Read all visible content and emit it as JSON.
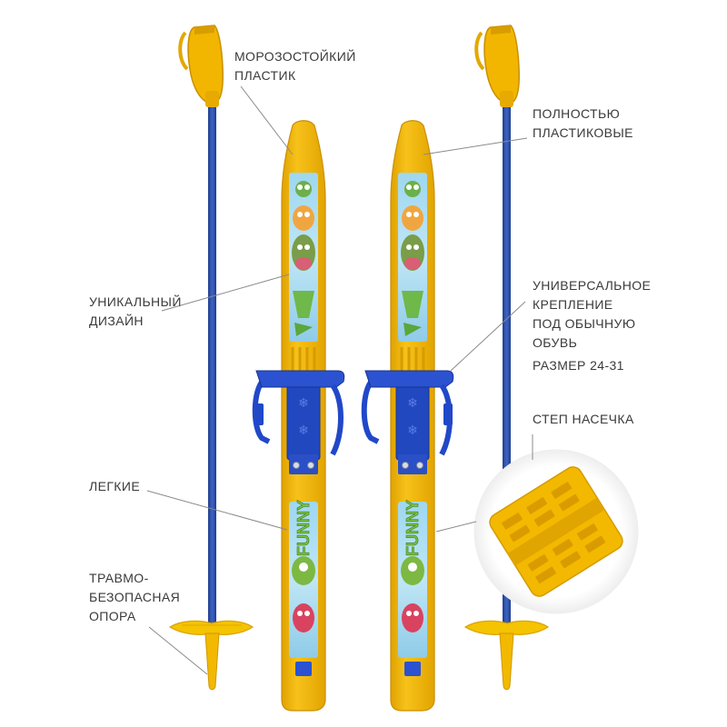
{
  "labels": {
    "frost_resistant": [
      "МОРОЗОСТОЙКИЙ",
      "ПЛАСТИК"
    ],
    "all_plastic": [
      "ПОЛНОСТЬЮ",
      "ПЛАСТИКОВЫЕ"
    ],
    "unique_design": [
      "УНИКАЛЬНЫЙ",
      "ДИЗАЙН"
    ],
    "universal_binding": [
      "УНИВЕРСАЛЬНОЕ",
      "КРЕПЛЕНИЕ",
      "ПОД ОБЫЧНУЮ",
      "ОБУВЬ"
    ],
    "size": "РАЗМЕР 24-31",
    "step_notch": "СТЕП НАСЕЧКА",
    "light": "ЛЕГКИЕ",
    "safe_tip": [
      "ТРАВМО-",
      "БЕЗОПАСНАЯ",
      "ОПОРА"
    ]
  },
  "decals": {
    "brand_text": "FUNNY"
  },
  "colors": {
    "ski_yellow": "#f5b800",
    "ski_yellow_dark": "#d99a00",
    "pole_blue": "#2b4fae",
    "binding_blue": "#2148c8",
    "leader_line": "#8a8a8a",
    "text": "#3a3a3a"
  }
}
